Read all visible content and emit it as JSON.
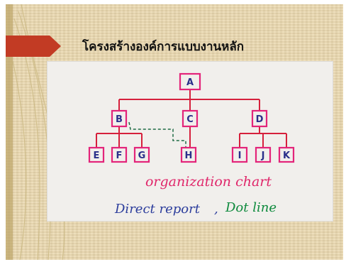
{
  "slide": {
    "title": "โครงสร้างองค์การแบบงานหลัก"
  },
  "diagram": {
    "nodes": {
      "root": "A",
      "level2": [
        "B",
        "C",
        "D"
      ],
      "b_children": [
        "E",
        "F",
        "G"
      ],
      "c_children": [
        "H"
      ],
      "d_children": [
        "I",
        "J",
        "K"
      ]
    },
    "caption_line1": "organization chart",
    "caption_line2_part1": "Direct report",
    "caption_line2_sep": ",",
    "caption_line2_part2": "Dot line",
    "colors": {
      "box": "#e3247a",
      "connector": "#d6203c",
      "dotted": "#1f6b45",
      "text_letters": "#2a2f8a",
      "caption_red": "#e0266a",
      "caption_blue": "#2c3d9c",
      "caption_green": "#0e8a3d",
      "title_arrow": "#c23b24"
    }
  }
}
